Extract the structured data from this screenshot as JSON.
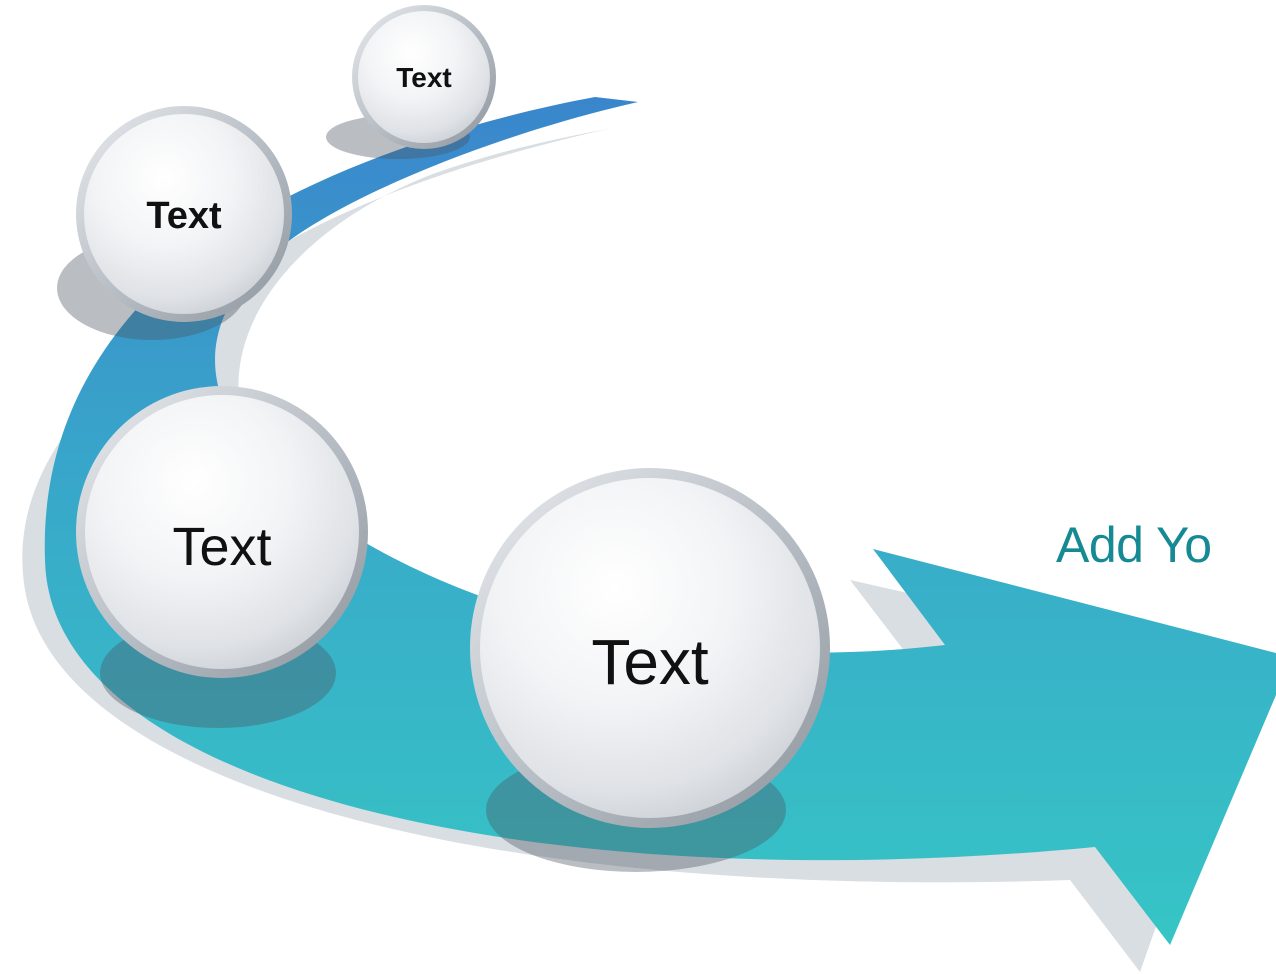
{
  "nodes": [
    {
      "label": "Text",
      "weight": "bold"
    },
    {
      "label": "Text",
      "weight": "bold"
    },
    {
      "label": "Text",
      "weight": "normal"
    },
    {
      "label": "Text",
      "weight": "normal"
    }
  ],
  "caption": "Add Yo",
  "colors": {
    "arrow_start": "#3a86cc",
    "arrow_end": "#37c5c4",
    "shadow": "#d6dbe0",
    "caption": "#158a94"
  }
}
